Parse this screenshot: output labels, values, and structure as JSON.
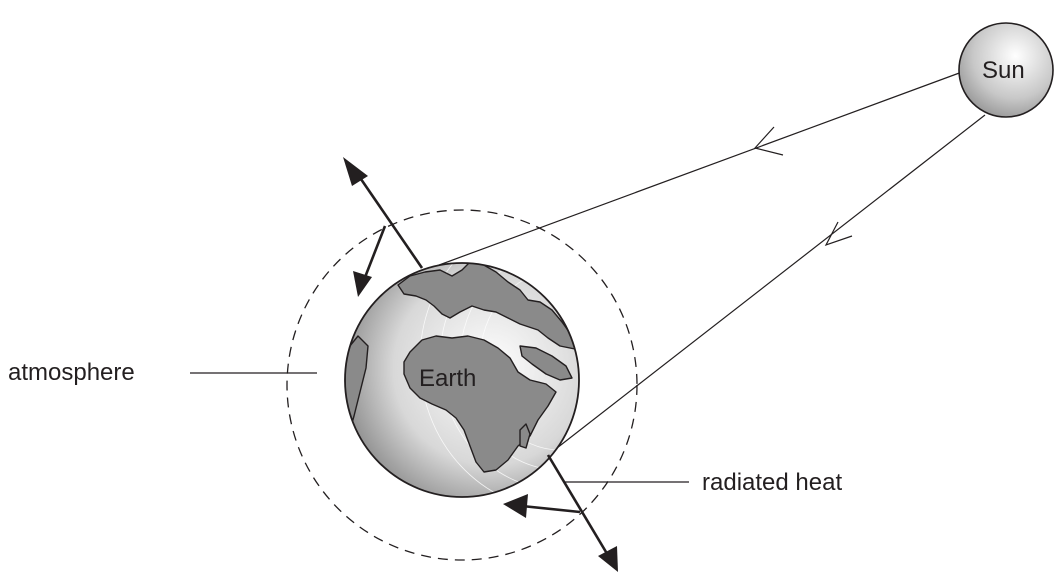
{
  "labels": {
    "sun": "Sun",
    "earth": "Earth",
    "atmosphere": "atmosphere",
    "radiated_heat": "radiated heat"
  },
  "colors": {
    "ink": "#231f20",
    "ocean_light": "#f2f2f2",
    "ocean_dark": "#7a7a7a",
    "land": "#8a8a8a",
    "sun_light": "#ffffff",
    "sun_dark": "#8c8c8c"
  },
  "atmosphere_style": "dashed",
  "objects": [
    "sun",
    "earth",
    "atmosphere",
    "incoming-sunlight-rays",
    "reflected-rays",
    "radiated-heat-arrows"
  ]
}
